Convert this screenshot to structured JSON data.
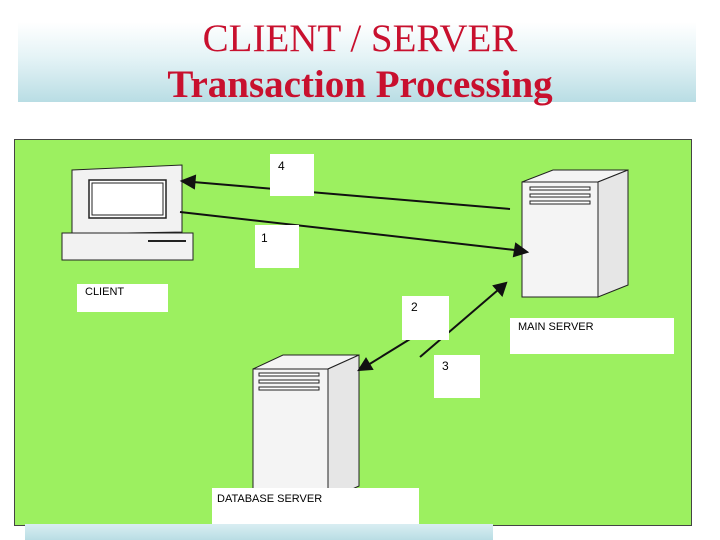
{
  "title": {
    "line1": "CLIENT / SERVER",
    "line2": "Transaction Processing"
  },
  "labels": {
    "client": "CLIENT",
    "main_server": "MAIN SERVER",
    "database_server": "DATABASE  SERVER"
  },
  "steps": [
    "4",
    "1",
    "2",
    "3"
  ],
  "colors": {
    "panel": "#9cf060",
    "title": "#c8102e"
  }
}
